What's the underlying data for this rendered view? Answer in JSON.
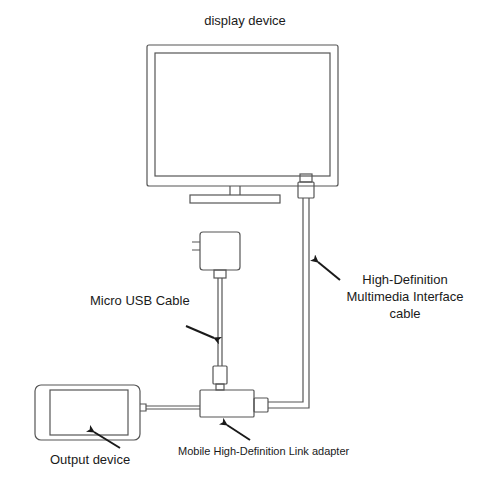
{
  "diagram": {
    "labels": [
      "display device",
      "Micro USB Cable",
      "High-Definition Multimedia Interface cable",
      "Output device",
      "Mobile High-Definition Link adapter"
    ]
  }
}
